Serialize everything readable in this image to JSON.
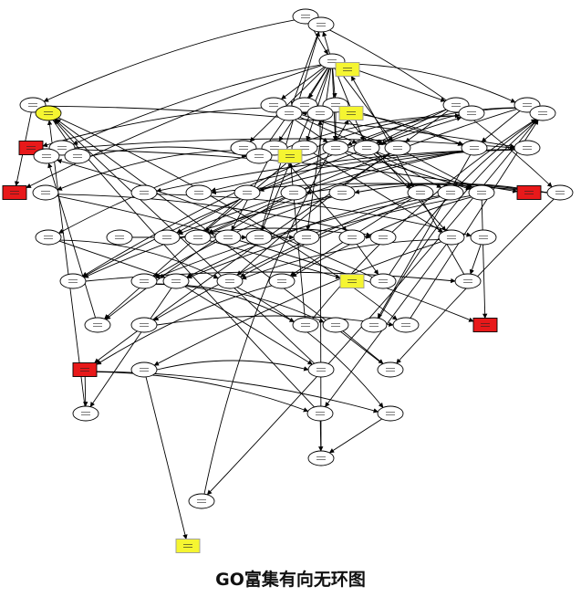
{
  "caption": "GO富集有向无环图",
  "colors": {
    "node_default": "#ffffff",
    "node_red": "#e8191a",
    "node_yellow": "#f5f531",
    "stroke": "#000000"
  },
  "nodes": [
    {
      "id": "n1",
      "shape": "ellipse",
      "fill": "default"
    },
    {
      "id": "n2",
      "shape": "ellipse",
      "fill": "default"
    },
    {
      "id": "n3",
      "shape": "ellipse",
      "fill": "default"
    },
    {
      "id": "n4",
      "shape": "ellipse",
      "fill": "default"
    },
    {
      "id": "n5",
      "shape": "ellipse",
      "fill": "default"
    },
    {
      "id": "n6",
      "shape": "ellipse",
      "fill": "default"
    },
    {
      "id": "n7",
      "shape": "ellipse",
      "fill": "default"
    },
    {
      "id": "n8",
      "shape": "ellipse",
      "fill": "default"
    },
    {
      "id": "n9",
      "shape": "box",
      "fill": "red"
    },
    {
      "id": "n10",
      "shape": "ellipse",
      "fill": "default"
    },
    {
      "id": "n11",
      "shape": "ellipse",
      "fill": "default"
    },
    {
      "id": "n12",
      "shape": "ellipse",
      "fill": "default"
    },
    {
      "id": "n13",
      "shape": "ellipse",
      "fill": "default"
    },
    {
      "id": "n14",
      "shape": "ellipse",
      "fill": "default"
    },
    {
      "id": "n15",
      "shape": "ellipse",
      "fill": "default"
    },
    {
      "id": "n16",
      "shape": "ellipse",
      "fill": "default"
    },
    {
      "id": "n17",
      "shape": "ellipse",
      "fill": "default"
    },
    {
      "id": "n18",
      "shape": "ellipse",
      "fill": "default"
    },
    {
      "id": "n19",
      "shape": "box",
      "fill": "red"
    },
    {
      "id": "n20",
      "shape": "ellipse",
      "fill": "default"
    },
    {
      "id": "n21",
      "shape": "box",
      "fill": "red"
    },
    {
      "id": "n22",
      "shape": "ellipse",
      "fill": "default"
    },
    {
      "id": "n23",
      "shape": "ellipse",
      "fill": "default"
    },
    {
      "id": "n24",
      "shape": "ellipse",
      "fill": "default"
    },
    {
      "id": "n25",
      "shape": "ellipse",
      "fill": "default"
    },
    {
      "id": "n26",
      "shape": "ellipse",
      "fill": "default"
    },
    {
      "id": "n27",
      "shape": "ellipse",
      "fill": "default"
    },
    {
      "id": "n28",
      "shape": "ellipse",
      "fill": "default"
    },
    {
      "id": "n29",
      "shape": "ellipse",
      "fill": "default"
    },
    {
      "id": "n30",
      "shape": "ellipse",
      "fill": "default"
    },
    {
      "id": "n31",
      "shape": "ellipse",
      "fill": "default"
    },
    {
      "id": "n32",
      "shape": "ellipse",
      "fill": "default"
    },
    {
      "id": "n33",
      "shape": "ellipse",
      "fill": "default"
    },
    {
      "id": "n34",
      "shape": "ellipse",
      "fill": "default"
    },
    {
      "id": "n35",
      "shape": "ellipse",
      "fill": "default"
    },
    {
      "id": "n36",
      "shape": "ellipse",
      "fill": "default"
    },
    {
      "id": "n37",
      "shape": "ellipse",
      "fill": "default"
    },
    {
      "id": "n38",
      "shape": "ellipse",
      "fill": "default"
    },
    {
      "id": "n39",
      "shape": "ellipse",
      "fill": "default"
    },
    {
      "id": "n40",
      "shape": "ellipse",
      "fill": "default"
    },
    {
      "id": "n41",
      "shape": "ellipse",
      "fill": "default"
    },
    {
      "id": "n42",
      "shape": "ellipse",
      "fill": "default"
    },
    {
      "id": "n43",
      "shape": "ellipse",
      "fill": "default"
    },
    {
      "id": "n44",
      "shape": "ellipse",
      "fill": "default"
    },
    {
      "id": "n45",
      "shape": "ellipse",
      "fill": "default"
    },
    {
      "id": "n46",
      "shape": "ellipse",
      "fill": "default"
    },
    {
      "id": "n47",
      "shape": "box",
      "fill": "yellow"
    },
    {
      "id": "n48",
      "shape": "ellipse",
      "fill": "default"
    },
    {
      "id": "n49",
      "shape": "ellipse",
      "fill": "default"
    },
    {
      "id": "n50",
      "shape": "ellipse",
      "fill": "default"
    },
    {
      "id": "n51",
      "shape": "ellipse",
      "fill": "default"
    },
    {
      "id": "n52",
      "shape": "ellipse",
      "fill": "default"
    },
    {
      "id": "n53",
      "shape": "ellipse",
      "fill": "default"
    },
    {
      "id": "n54",
      "shape": "ellipse",
      "fill": "default"
    },
    {
      "id": "n55",
      "shape": "ellipse",
      "fill": "default"
    },
    {
      "id": "n56",
      "shape": "box",
      "fill": "red"
    },
    {
      "id": "n57",
      "shape": "box",
      "fill": "red"
    },
    {
      "id": "n58",
      "shape": "ellipse",
      "fill": "default"
    },
    {
      "id": "n59",
      "shape": "ellipse",
      "fill": "default"
    },
    {
      "id": "n60",
      "shape": "ellipse",
      "fill": "default"
    },
    {
      "id": "n61",
      "shape": "ellipse",
      "fill": "default"
    },
    {
      "id": "n62",
      "shape": "ellipse",
      "fill": "default"
    },
    {
      "id": "n63",
      "shape": "ellipse",
      "fill": "default"
    },
    {
      "id": "n64",
      "shape": "ellipse",
      "fill": "default"
    },
    {
      "id": "n65",
      "shape": "ellipse",
      "fill": "default"
    },
    {
      "id": "n66",
      "shape": "box",
      "fill": "yellow"
    },
    {
      "id": "n67",
      "shape": "ellipse",
      "fill": "default"
    },
    {
      "id": "n68",
      "shape": "box",
      "fill": "yellow"
    },
    {
      "id": "n69",
      "shape": "ellipse",
      "fill": "yellow"
    },
    {
      "id": "n70",
      "shape": "ellipse",
      "fill": "default"
    },
    {
      "id": "n71",
      "shape": "box",
      "fill": "yellow"
    },
    {
      "id": "n72",
      "shape": "ellipse",
      "fill": "default"
    },
    {
      "id": "n73",
      "shape": "ellipse",
      "fill": "default"
    },
    {
      "id": "n74",
      "shape": "ellipse",
      "fill": "default"
    },
    {
      "id": "n75",
      "shape": "ellipse",
      "fill": "default"
    },
    {
      "id": "n76",
      "shape": "ellipse",
      "fill": "default"
    },
    {
      "id": "n77",
      "shape": "ellipse",
      "fill": "default"
    },
    {
      "id": "n78",
      "shape": "box",
      "fill": "yellow"
    }
  ],
  "edges": [
    [
      "n1",
      "n2"
    ],
    [
      "n1",
      "n3"
    ],
    [
      "n1",
      "n22"
    ],
    [
      "n2",
      "n4"
    ],
    [
      "n2",
      "n5"
    ],
    [
      "n2",
      "n6"
    ],
    [
      "n2",
      "n7"
    ],
    [
      "n2",
      "n8"
    ],
    [
      "n2",
      "n10"
    ],
    [
      "n2",
      "n11"
    ],
    [
      "n2",
      "n12"
    ],
    [
      "n2",
      "n13"
    ],
    [
      "n2",
      "n14"
    ],
    [
      "n2",
      "n15"
    ],
    [
      "n2",
      "n16"
    ],
    [
      "n2",
      "n19"
    ],
    [
      "n2",
      "n36"
    ],
    [
      "n2",
      "n37"
    ],
    [
      "n2",
      "n67"
    ],
    [
      "n4",
      "n9"
    ],
    [
      "n9",
      "n21"
    ],
    [
      "n3",
      "n18"
    ],
    [
      "n3",
      "n19"
    ],
    [
      "n3",
      "n55"
    ],
    [
      "n5",
      "n14"
    ],
    [
      "n5",
      "n17"
    ],
    [
      "n5",
      "n40"
    ],
    [
      "n6",
      "n17"
    ],
    [
      "n6",
      "n14"
    ],
    [
      "n6",
      "n15"
    ],
    [
      "n6",
      "n16"
    ],
    [
      "n7",
      "n15"
    ],
    [
      "n7",
      "n16"
    ],
    [
      "n7",
      "n33"
    ],
    [
      "n8",
      "n14"
    ],
    [
      "n8",
      "n15"
    ],
    [
      "n8",
      "n17"
    ],
    [
      "n8",
      "n34"
    ],
    [
      "n10",
      "n18"
    ],
    [
      "n11",
      "n20"
    ],
    [
      "n20",
      "n56"
    ],
    [
      "n20",
      "n39"
    ],
    [
      "n12",
      "n38"
    ],
    [
      "n12",
      "n35"
    ],
    [
      "n12",
      "n31"
    ],
    [
      "n13",
      "n40"
    ],
    [
      "n13",
      "n34"
    ],
    [
      "n14",
      "n28"
    ],
    [
      "n14",
      "n30"
    ],
    [
      "n14",
      "n42"
    ],
    [
      "n15",
      "n29"
    ],
    [
      "n15",
      "n28"
    ],
    [
      "n15",
      "n30"
    ],
    [
      "n16",
      "n30"
    ],
    [
      "n16",
      "n57"
    ],
    [
      "n16",
      "n45"
    ],
    [
      "n17",
      "n33"
    ],
    [
      "n17",
      "n54"
    ],
    [
      "n17",
      "n34"
    ],
    [
      "n18",
      "n23"
    ],
    [
      "n18",
      "n24"
    ],
    [
      "n18",
      "n25"
    ],
    [
      "n22",
      "n26"
    ],
    [
      "n22",
      "n24"
    ],
    [
      "n22",
      "n27"
    ],
    [
      "n22",
      "n60"
    ],
    [
      "n23",
      "n41"
    ],
    [
      "n41",
      "n49"
    ],
    [
      "n25",
      "n50"
    ],
    [
      "n26",
      "n50"
    ],
    [
      "n27",
      "n42"
    ],
    [
      "n27",
      "n43"
    ],
    [
      "n28",
      "n44"
    ],
    [
      "n28",
      "n46"
    ],
    [
      "n28",
      "n51"
    ],
    [
      "n29",
      "n43"
    ],
    [
      "n29",
      "n45"
    ],
    [
      "n30",
      "n46"
    ],
    [
      "n30",
      "n44"
    ],
    [
      "n30",
      "n56"
    ],
    [
      "n31",
      "n44"
    ],
    [
      "n31",
      "n45"
    ],
    [
      "n32",
      "n36"
    ],
    [
      "n33",
      "n39"
    ],
    [
      "n35",
      "n37"
    ],
    [
      "n34",
      "n47"
    ],
    [
      "n36",
      "n67"
    ],
    [
      "n38",
      "n48"
    ],
    [
      "n40",
      "n45"
    ],
    [
      "n40",
      "n58"
    ],
    [
      "n40",
      "n62"
    ],
    [
      "n42",
      "n49"
    ],
    [
      "n42",
      "n73"
    ],
    [
      "n43",
      "n53"
    ],
    [
      "n43",
      "n52"
    ],
    [
      "n44",
      "n59"
    ],
    [
      "n44",
      "n61"
    ],
    [
      "n45",
      "n63"
    ],
    [
      "n46",
      "n57"
    ],
    [
      "n48",
      "n74"
    ],
    [
      "n48",
      "n75"
    ],
    [
      "n49",
      "n68"
    ],
    [
      "n50",
      "n75"
    ],
    [
      "n51",
      "n55"
    ],
    [
      "n52",
      "n74"
    ],
    [
      "n52",
      "n78"
    ],
    [
      "n53",
      "n60"
    ],
    [
      "n54",
      "n74"
    ],
    [
      "n57",
      "n61"
    ],
    [
      "n57",
      "n62"
    ],
    [
      "n57",
      "n63"
    ],
    [
      "n58",
      "n66"
    ],
    [
      "n58",
      "n59"
    ],
    [
      "n59",
      "n69"
    ],
    [
      "n60",
      "n69"
    ],
    [
      "n61",
      "n69"
    ],
    [
      "n62",
      "n69"
    ],
    [
      "n62",
      "n64"
    ],
    [
      "n63",
      "n64"
    ],
    [
      "n64",
      "n70"
    ],
    [
      "n65",
      "n71"
    ],
    [
      "n67",
      "n72"
    ],
    [
      "n69",
      "n76"
    ],
    [
      "n70",
      "n72"
    ],
    [
      "n76",
      "n77"
    ],
    [
      "n72",
      "n77"
    ],
    [
      "n77",
      "n73"
    ],
    [
      "n73",
      "n78"
    ],
    [
      "n55",
      "n74"
    ],
    [
      "n74",
      "n65"
    ]
  ]
}
